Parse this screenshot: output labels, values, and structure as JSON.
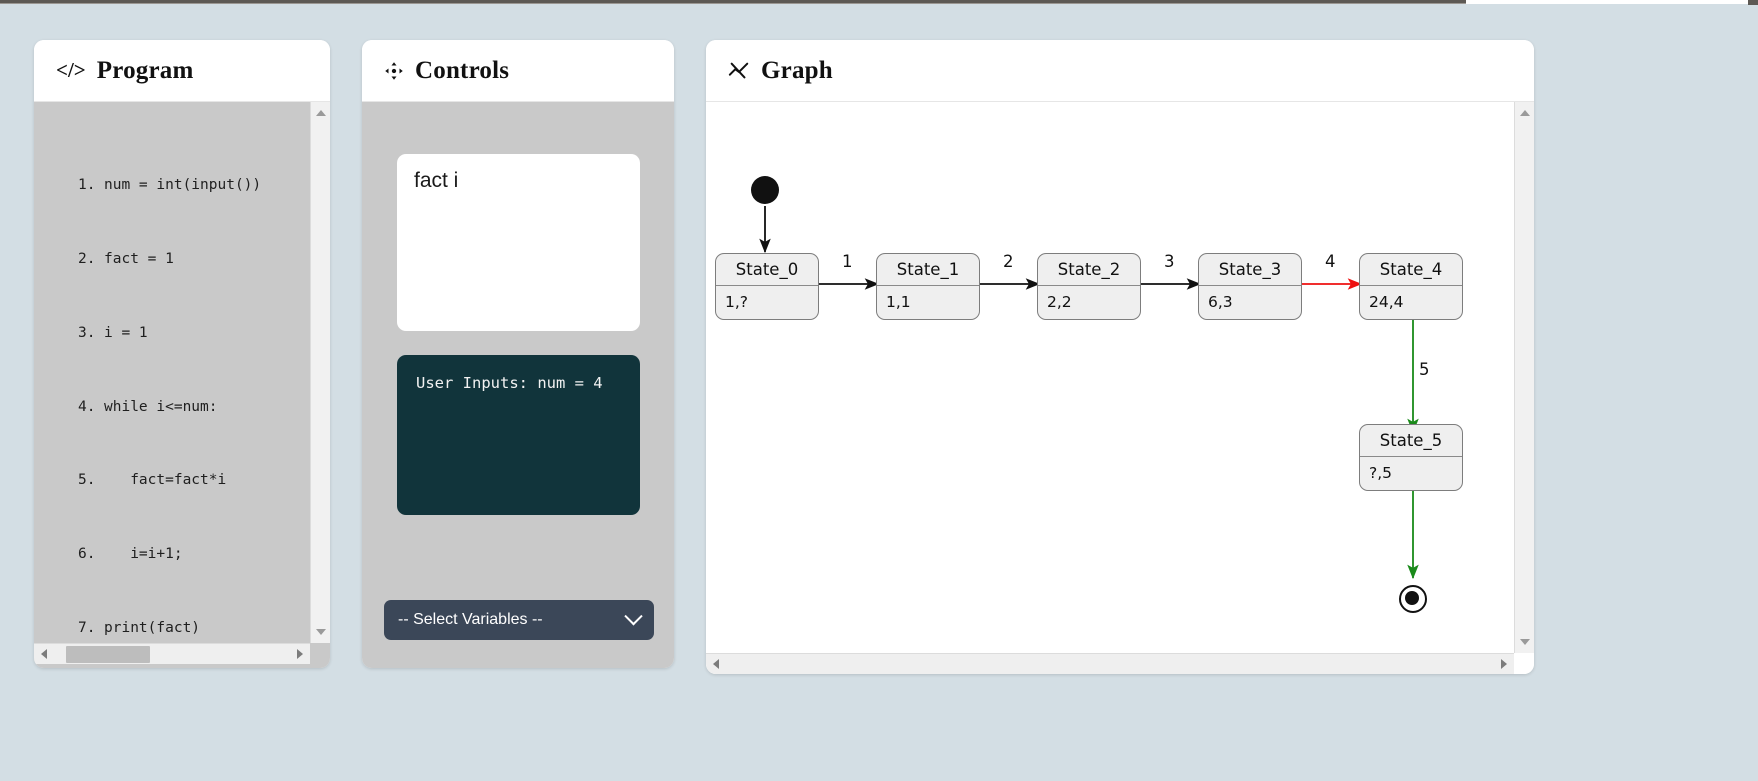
{
  "theme": {
    "page_bg": "#d3dee4",
    "panel_bg": "#ffffff",
    "panel_body_bg": "#c9c9c9",
    "terminal_bg": "#11343b",
    "select_bg": "#3b4758",
    "edge_black": "#111111",
    "edge_red": "#ee1111",
    "edge_green": "#1a8a1a",
    "state_fill": "#efefef",
    "state_stroke": "#7d7d7d"
  },
  "program_panel": {
    "icon": "code-icon",
    "icon_glyph": "</>",
    "title": "Program",
    "code_lines": [
      {
        "n": "1.",
        "text": "num = int(input())"
      },
      {
        "n": "2.",
        "text": "fact = 1"
      },
      {
        "n": "3.",
        "text": "i = 1"
      },
      {
        "n": "4.",
        "text": "while i<=num:"
      },
      {
        "n": "5.",
        "text": "   fact=fact*i"
      },
      {
        "n": "6.",
        "text": "   i=i+1;"
      },
      {
        "n": "7.",
        "text": "print(fact)"
      }
    ]
  },
  "controls_panel": {
    "icon": "move-arrows-icon",
    "title": "Controls",
    "variables_display": "fact i",
    "user_inputs": "User Inputs: num = 4",
    "select_variables": {
      "label": "-- Select Variables --",
      "icon": "chevron-down-icon"
    }
  },
  "graph_panel": {
    "icon": "chart-line-icon",
    "title": "Graph",
    "nodes": [
      {
        "id": "init",
        "type": "initial"
      },
      {
        "id": "State_0",
        "type": "state",
        "name": "State_0",
        "values": "1,?"
      },
      {
        "id": "State_1",
        "type": "state",
        "name": "State_1",
        "values": "1,1"
      },
      {
        "id": "State_2",
        "type": "state",
        "name": "State_2",
        "values": "2,2"
      },
      {
        "id": "State_3",
        "type": "state",
        "name": "State_3",
        "values": "6,3"
      },
      {
        "id": "State_4",
        "type": "state",
        "name": "State_4",
        "values": "24,4"
      },
      {
        "id": "State_5",
        "type": "state",
        "name": "State_5",
        "values": "?,5"
      },
      {
        "id": "final",
        "type": "final"
      }
    ],
    "edges": [
      {
        "from": "init",
        "to": "State_0",
        "label": "",
        "color": "#111111"
      },
      {
        "from": "State_0",
        "to": "State_1",
        "label": "1",
        "color": "#111111"
      },
      {
        "from": "State_1",
        "to": "State_2",
        "label": "2",
        "color": "#111111"
      },
      {
        "from": "State_2",
        "to": "State_3",
        "label": "3",
        "color": "#111111"
      },
      {
        "from": "State_3",
        "to": "State_4",
        "label": "4",
        "color": "#ee1111"
      },
      {
        "from": "State_4",
        "to": "State_5",
        "label": "5",
        "color": "#1a8a1a"
      },
      {
        "from": "State_5",
        "to": "final",
        "label": "",
        "color": "#1a8a1a"
      }
    ]
  },
  "scrollbars": {
    "up_icon": "arrow-up-icon",
    "down_icon": "arrow-down-icon",
    "left_icon": "arrow-left-icon",
    "right_icon": "arrow-right-icon"
  }
}
